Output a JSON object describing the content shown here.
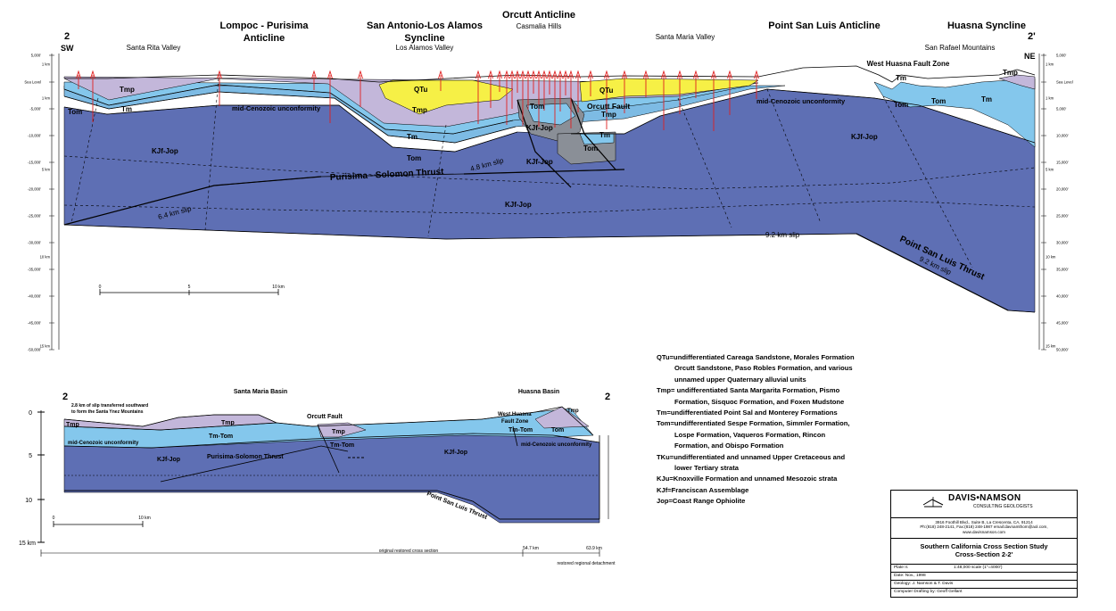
{
  "colors": {
    "kjf": "#5e6fb4",
    "tm": "#84c7ec",
    "tom": "#7dbbe4",
    "tmp": "#c3b7da",
    "qtu": "#f6f046",
    "gray": "#8a8f97",
    "well": "#e02020",
    "line": "#000000"
  },
  "section": {
    "end_left": "2",
    "end_right": "2'",
    "dir_left": "SW",
    "dir_right": "NE",
    "structures": [
      "Lompoc - Purisima",
      "Anticline",
      "San Antonio-Los Alamos",
      "Syncline",
      "Orcutt Anticline",
      "Point San Luis Anticline",
      "Huasna Syncline"
    ],
    "places": [
      "Santa Rita Valley",
      "Los Alamos Valley",
      "Casmalia Hills",
      "Santa Maria Valley",
      "San Rafael Mountains",
      "West Huasna Fault Zone"
    ],
    "units": {
      "qtu": "QTu",
      "tmp": "Tmp",
      "tm": "Tm",
      "tom": "Tom",
      "kjf": "KJf-Jop"
    },
    "faults": {
      "orcutt": "Orcutt Fault",
      "purisima": "Purisima - Solomon Thrust",
      "psl": "Point San Luis Thrust"
    },
    "unconformity": "mid-Cenozoic unconformity",
    "slips": [
      "6.4 km slip",
      "4.8 km slip",
      "9.2 km slip",
      "9.2 km slip"
    ],
    "left_depth_ft": [
      "5,000'",
      "Sea Level",
      "-5,000'",
      "-10,000'",
      "-15,000'",
      "-20,000'",
      "-25,000'",
      "-30,000'",
      "-35,000'",
      "-40,000'",
      "-45,000'",
      "-50,000'"
    ],
    "left_depth_km": [
      "1 km",
      "1 km",
      "5 km",
      "10 km",
      "15 km"
    ],
    "right_depth_ft": [
      "5,000'",
      "Sea Level",
      "5,000'",
      "10,000'",
      "15,000'",
      "20,000'",
      "25,000'",
      "30,000'",
      "35,000'",
      "40,000'",
      "45,000'",
      "50,000'"
    ],
    "right_depth_km": [
      "1 km",
      "1 km",
      "5 km",
      "10 km",
      "15 km"
    ],
    "scale": [
      "0",
      "5",
      "10 km"
    ]
  },
  "restored": {
    "end_left": "2",
    "end_right": "2",
    "basins": [
      "Santa Maria Basin",
      "Huasna Basin"
    ],
    "note_line1": "2.8 km of slip transferred southward",
    "note_line2": "to form the Santa Ynez Mountains",
    "units": {
      "tmp": "Tmp",
      "tmtom": "Tm-Tom",
      "kjf": "KJf-Jop"
    },
    "orcutt": "Orcutt Fault",
    "whf_line1": "West Huasna",
    "whf_line2": "Fault Zone",
    "unconformity": "mid-Cenozoic unconformity",
    "thrust": "Purisima-Solomon Thrust",
    "psl": "Point San Luis Thrust",
    "depth": [
      "0",
      "5",
      "10",
      "15 km"
    ],
    "scale": [
      "0",
      "10 km"
    ],
    "bar_labels": [
      "original restored cross section",
      "54.7 km",
      "63.9 km",
      "restored regional detachment"
    ]
  },
  "legend": [
    {
      "text": "QTu=undifferentiated Careaga Sandstone, Morales Formation",
      "indent": false
    },
    {
      "text": "Orcutt Sandstone, Paso Robles Formation, and various",
      "indent": true
    },
    {
      "text": "unnamed upper Quaternary alluvial units",
      "indent": true
    },
    {
      "text": "Tmp= undifferentiated Santa Margarita Formation, Pismo",
      "indent": false
    },
    {
      "text": "Formation, Sisquoc Formation, and Foxen Mudstone",
      "indent": true
    },
    {
      "text": "Tm=undifferentiated Point Sal and Monterey Formations",
      "indent": false
    },
    {
      "text": "Tom=undifferentiated Sespe Formation, Simmler Formation,",
      "indent": false
    },
    {
      "text": "Lospe Formation, Vaqueros Formation, Rincon",
      "indent": true
    },
    {
      "text": "Formation, and Obispo Formation",
      "indent": true
    },
    {
      "text": "TKu=undifferentiated and unnamed Upper Cretaceous and",
      "indent": false
    },
    {
      "text": "lower Tertiary strata",
      "indent": true
    },
    {
      "text": "KJu=Knoxville Formation and unnamed Mesozoic strata",
      "indent": false
    },
    {
      "text": "KJf=Franciscan Assemblage",
      "indent": false
    },
    {
      "text": "Jop=Coast Range Ophiolite",
      "indent": false
    }
  ],
  "titleblock": {
    "firm": "DAVIS•NAMSON",
    "sub": "CONSULTING GEOLOGISTS",
    "addr1": "3916 Foothill Blvd., Suite B, La Crescenta, CA, 91214",
    "addr2": "Ph:(818) 248-2141, Fax:(818) 248-1987  email:davnamthom@aol.com,",
    "addr3": "www.davisnamson.com",
    "title1": "Southern California Cross Section Study",
    "title2": "Cross-Section 2-2'",
    "plate": "Plate II.",
    "scale": "1:48,000 scale  (1\"=4000')",
    "date": "Date: Nov., 1998",
    "geology": "Geology: J. Namson & T. Davis",
    "drafting": "Computer Drafting by: Geoff Gellant"
  }
}
